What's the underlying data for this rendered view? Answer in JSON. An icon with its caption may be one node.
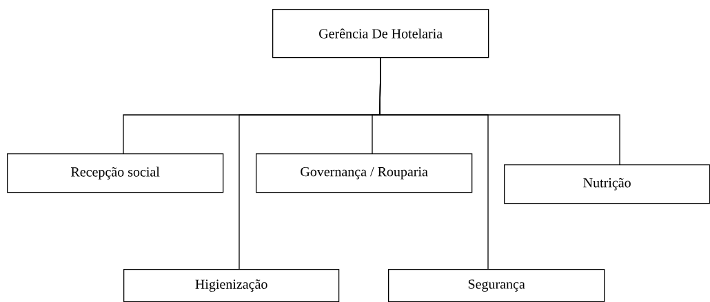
{
  "diagram": {
    "nodes": [
      {
        "text": [
          "Gerência De Hotelaria"
        ]
      },
      {
        "text": [
          "Recepção social"
        ]
      },
      {
        "text": [
          "Governança / Rouparia"
        ]
      },
      {
        "text": [
          "Nutrição"
        ]
      },
      {
        "text": [
          "Higienização"
        ]
      },
      {
        "text": [
          "Segurança"
        ]
      }
    ],
    "edges": [
      {
        "from": 0,
        "to": 1,
        "arrow": "none"
      },
      {
        "from": 0,
        "to": 4,
        "arrow": "none"
      },
      {
        "from": 0,
        "to": 2,
        "arrow": "none"
      },
      {
        "from": 0,
        "to": 5,
        "arrow": "none"
      },
      {
        "from": 0,
        "to": 3,
        "arrow": "none"
      }
    ]
  }
}
